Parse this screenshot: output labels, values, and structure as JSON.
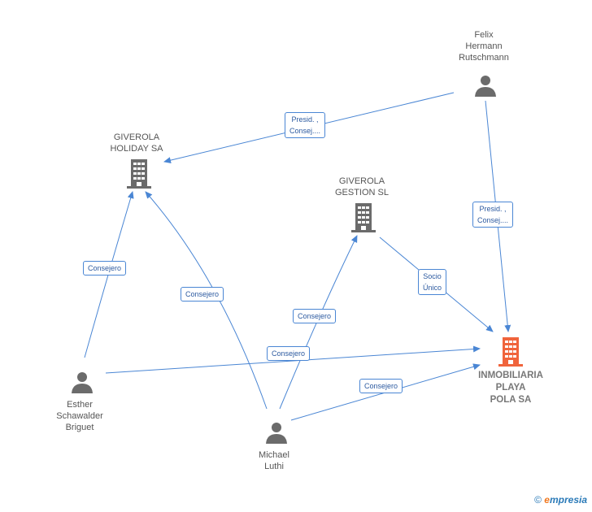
{
  "nodes": {
    "felix": {
      "label": "Felix\nHermann\nRutschmann",
      "icon": "person-icon"
    },
    "giverola_holiday": {
      "label": "GIVEROLA\nHOLIDAY SA",
      "icon": "building-icon"
    },
    "giverola_gestion": {
      "label": "GIVEROLA\nGESTION SL",
      "icon": "building-icon"
    },
    "inmobiliaria": {
      "label": "INMOBILIARIA\nPLAYA\nPOLA SA",
      "icon": "building-icon",
      "color": "#f0643c"
    },
    "esther": {
      "label": "Esther\nSchawalder\nBriguet",
      "icon": "person-icon"
    },
    "michael": {
      "label": "Michael\nLuthi",
      "icon": "person-icon"
    }
  },
  "edges": {
    "felix_holiday": "Presid. ,\nConsej....",
    "felix_inmob": "Presid. ,\nConsej....",
    "gestion_inmob": "Socio\nÚnico",
    "esther_holiday": "Consejero",
    "michael_holiday": "Consejero",
    "michael_gestion": "Consejero",
    "esther_inmob": "Consejero",
    "michael_inmob": "Consejero"
  },
  "footer": {
    "copyright": "©",
    "brand_initial": "e",
    "brand_rest": "mpresia"
  },
  "colors": {
    "edge": "#4a86d4",
    "node_icon": "#6b6b6b",
    "focus_icon": "#f0643c"
  }
}
